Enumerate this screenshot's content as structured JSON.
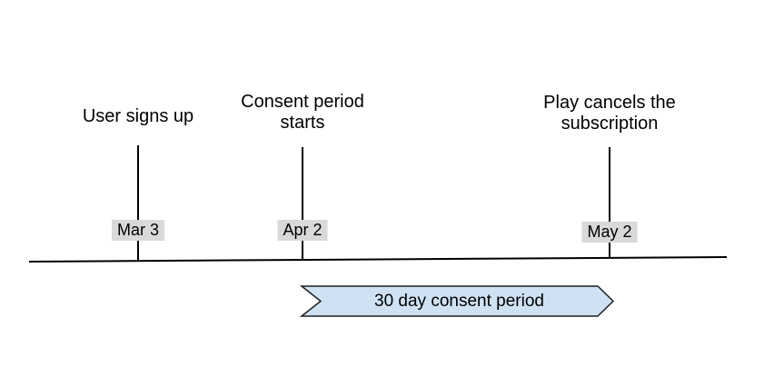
{
  "diagram": {
    "events": [
      {
        "label": "User signs up",
        "date": "Mar 3"
      },
      {
        "label": "Consent period starts",
        "date": "Apr 2"
      },
      {
        "label": "Play cancels the subscription",
        "date": "May 2"
      }
    ],
    "banner": {
      "label": "30 day consent period"
    },
    "colors": {
      "banner_fill": "#cfe2f3",
      "banner_border": "#1f1f1f",
      "date_chip_bg": "#d9d9d9",
      "line": "#000000",
      "text": "#000000",
      "background": "#ffffff"
    }
  }
}
